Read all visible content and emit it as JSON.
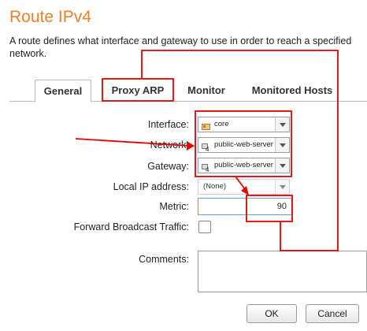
{
  "dialog": {
    "title": "Route IPv4",
    "description": "A route defines what interface and gateway to use in order to reach a specified network."
  },
  "tabs": [
    {
      "label": "General",
      "active": true
    },
    {
      "label": "Proxy ARP",
      "active": false
    },
    {
      "label": "Monitor",
      "active": false
    },
    {
      "label": "Monitored Hosts",
      "active": false
    }
  ],
  "form": {
    "interface": {
      "label": "Interface:",
      "value": "core",
      "icon": "interface-icon"
    },
    "network": {
      "label": "Network:",
      "value": "public-web-server",
      "icon": "address-object-icon"
    },
    "gateway": {
      "label": "Gateway:",
      "value": "public-web-server",
      "icon": "address-object-icon"
    },
    "local_ip": {
      "label": "Local IP address:",
      "value": "(None)"
    },
    "metric": {
      "label": "Metric:",
      "value": "90"
    },
    "forward_broadcast": {
      "label": "Forward Broadcast Traffic:",
      "checked": false
    },
    "comments": {
      "label": "Comments:",
      "value": ""
    }
  },
  "buttons": {
    "ok": "OK",
    "cancel": "Cancel"
  },
  "colors": {
    "title": "#f07d2b",
    "annotation": "#e00000"
  }
}
